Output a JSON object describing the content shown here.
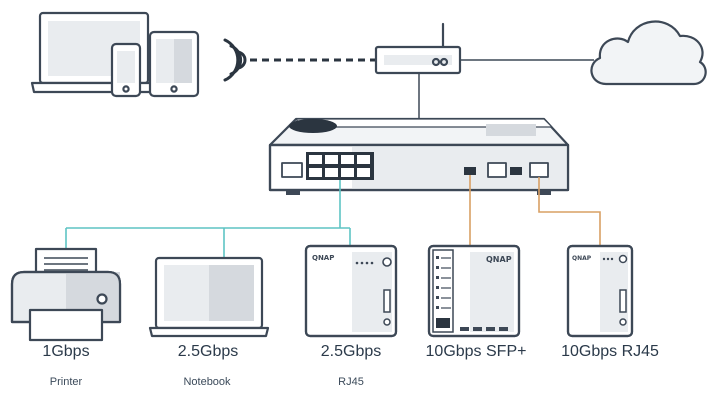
{
  "colors": {
    "outline": "#3d4856",
    "light_fill": "#e9ecef",
    "mid_fill": "#d5d9de",
    "teal_link": "#5ec4c4",
    "orange_link": "#d9a064",
    "white": "#ffffff",
    "label": "#2b3a4a"
  },
  "icons": [
    "laptop-icon",
    "phone-icon",
    "tablet-icon",
    "wifi-icon",
    "router-icon",
    "cloud-icon",
    "switch-icon",
    "printer-icon",
    "notebook-icon",
    "nas-icon"
  ],
  "brand_mark": "QNAP",
  "devices": [
    {
      "speed": "1Gbps",
      "label": "Printer"
    },
    {
      "speed": "2.5Gbps",
      "label": "Notebook"
    },
    {
      "speed": "2.5Gbps",
      "label": "RJ45"
    },
    {
      "speed": "10Gbps SFP+",
      "label": ""
    },
    {
      "speed": "10Gbps RJ45",
      "label": ""
    }
  ]
}
